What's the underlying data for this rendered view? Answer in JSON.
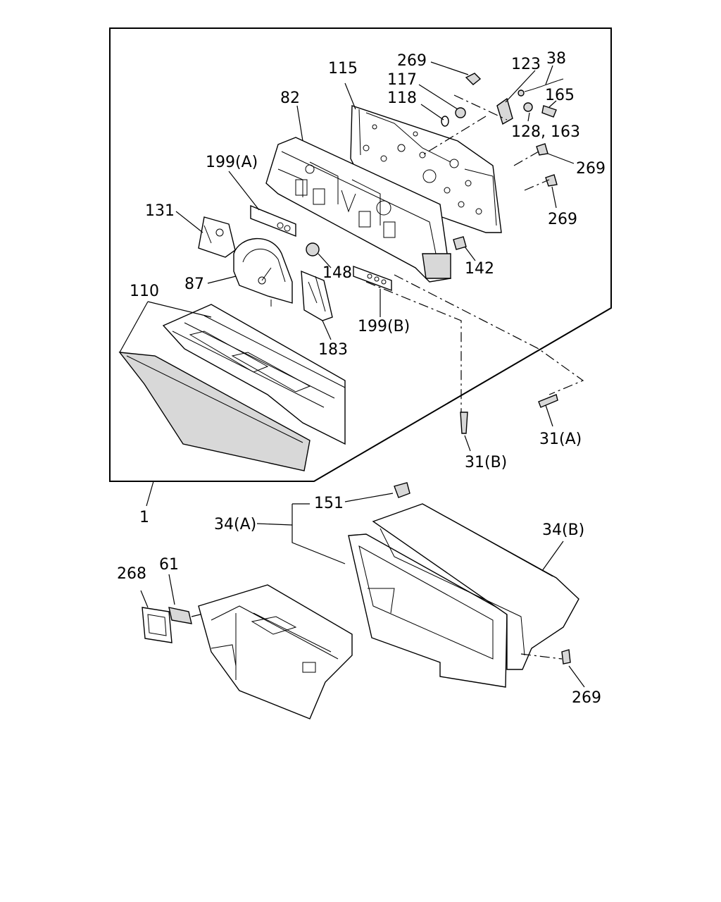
{
  "callouts": {
    "c269a": "269",
    "c38": "38",
    "c123": "123",
    "c115": "115",
    "c117": "117",
    "c165": "165",
    "c118": "118",
    "c82": "82",
    "c128": "128, 163",
    "c199a": "199(A)",
    "c269b": "269",
    "c131": "131",
    "c269c": "269",
    "c148": "148",
    "c142": "142",
    "c87": "87",
    "c110": "110",
    "c199b": "199(B)",
    "c183": "183",
    "c31a": "31(A)",
    "c31b": "31(B)",
    "c1": "1",
    "c151": "151",
    "c34a": "34(A)",
    "c34b": "34(B)",
    "c268": "268",
    "c61": "61",
    "c269d": "269"
  }
}
